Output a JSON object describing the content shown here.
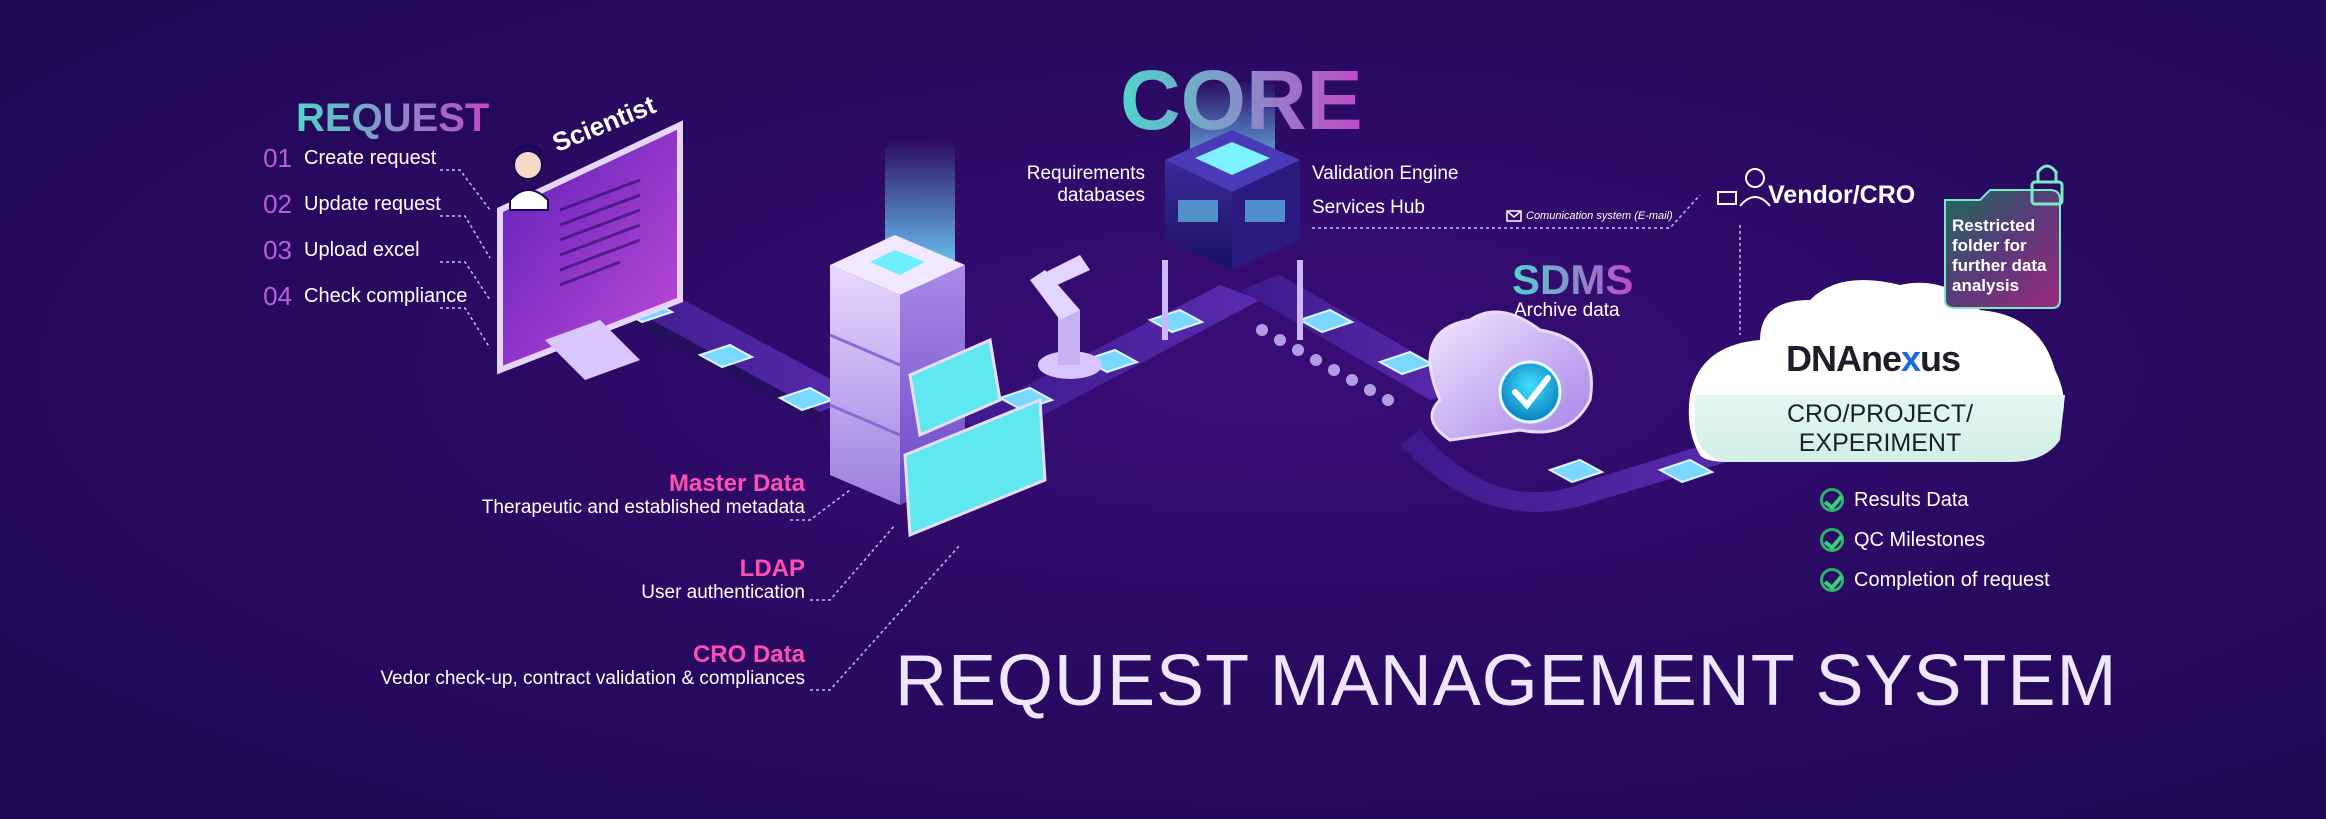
{
  "title": "REQUEST MANAGEMENT SYSTEM",
  "request": {
    "heading": "REQUEST",
    "items": [
      {
        "num": "01",
        "label": "Create request"
      },
      {
        "num": "02",
        "label": "Update request"
      },
      {
        "num": "03",
        "label": "Upload excel"
      },
      {
        "num": "04",
        "label": "Check compliance"
      }
    ]
  },
  "scientist_label": "Scientist",
  "core": {
    "heading": "CORE",
    "left_label_line1": "Requirements",
    "left_label_line2": "databases",
    "right_label1": "Validation Engine",
    "right_label2": "Services Hub",
    "comm_label": "Comunication system (E-mail)"
  },
  "sdms": {
    "heading": "SDMS",
    "sub": "Archive data"
  },
  "vendor_label": "Vendor/CRO",
  "restricted": {
    "line1": "Restricted",
    "line2": "folder for",
    "line3": "further data",
    "line4": "analysis"
  },
  "cloud": {
    "brand_part1": "DNAne",
    "brand_x": "x",
    "brand_part2": "us",
    "line1": "CRO/PROJECT/",
    "line2": "EXPERIMENT"
  },
  "results": [
    "Results Data",
    "QC Milestones",
    "Completion of request"
  ],
  "master_data": {
    "title": "Master Data",
    "sub": "Therapeutic and established metadata"
  },
  "ldap": {
    "title": "LDAP",
    "sub": "User authentication"
  },
  "cro_data": {
    "title": "CRO Data",
    "sub": "Vedor check-up, contract validation & compliances"
  },
  "colors": {
    "background": "#2a0a63",
    "accent_pink": "#ff4fb7",
    "accent_teal": "#4fd6c8",
    "accent_purple": "#b85fe0",
    "check_green": "#38d17a"
  }
}
